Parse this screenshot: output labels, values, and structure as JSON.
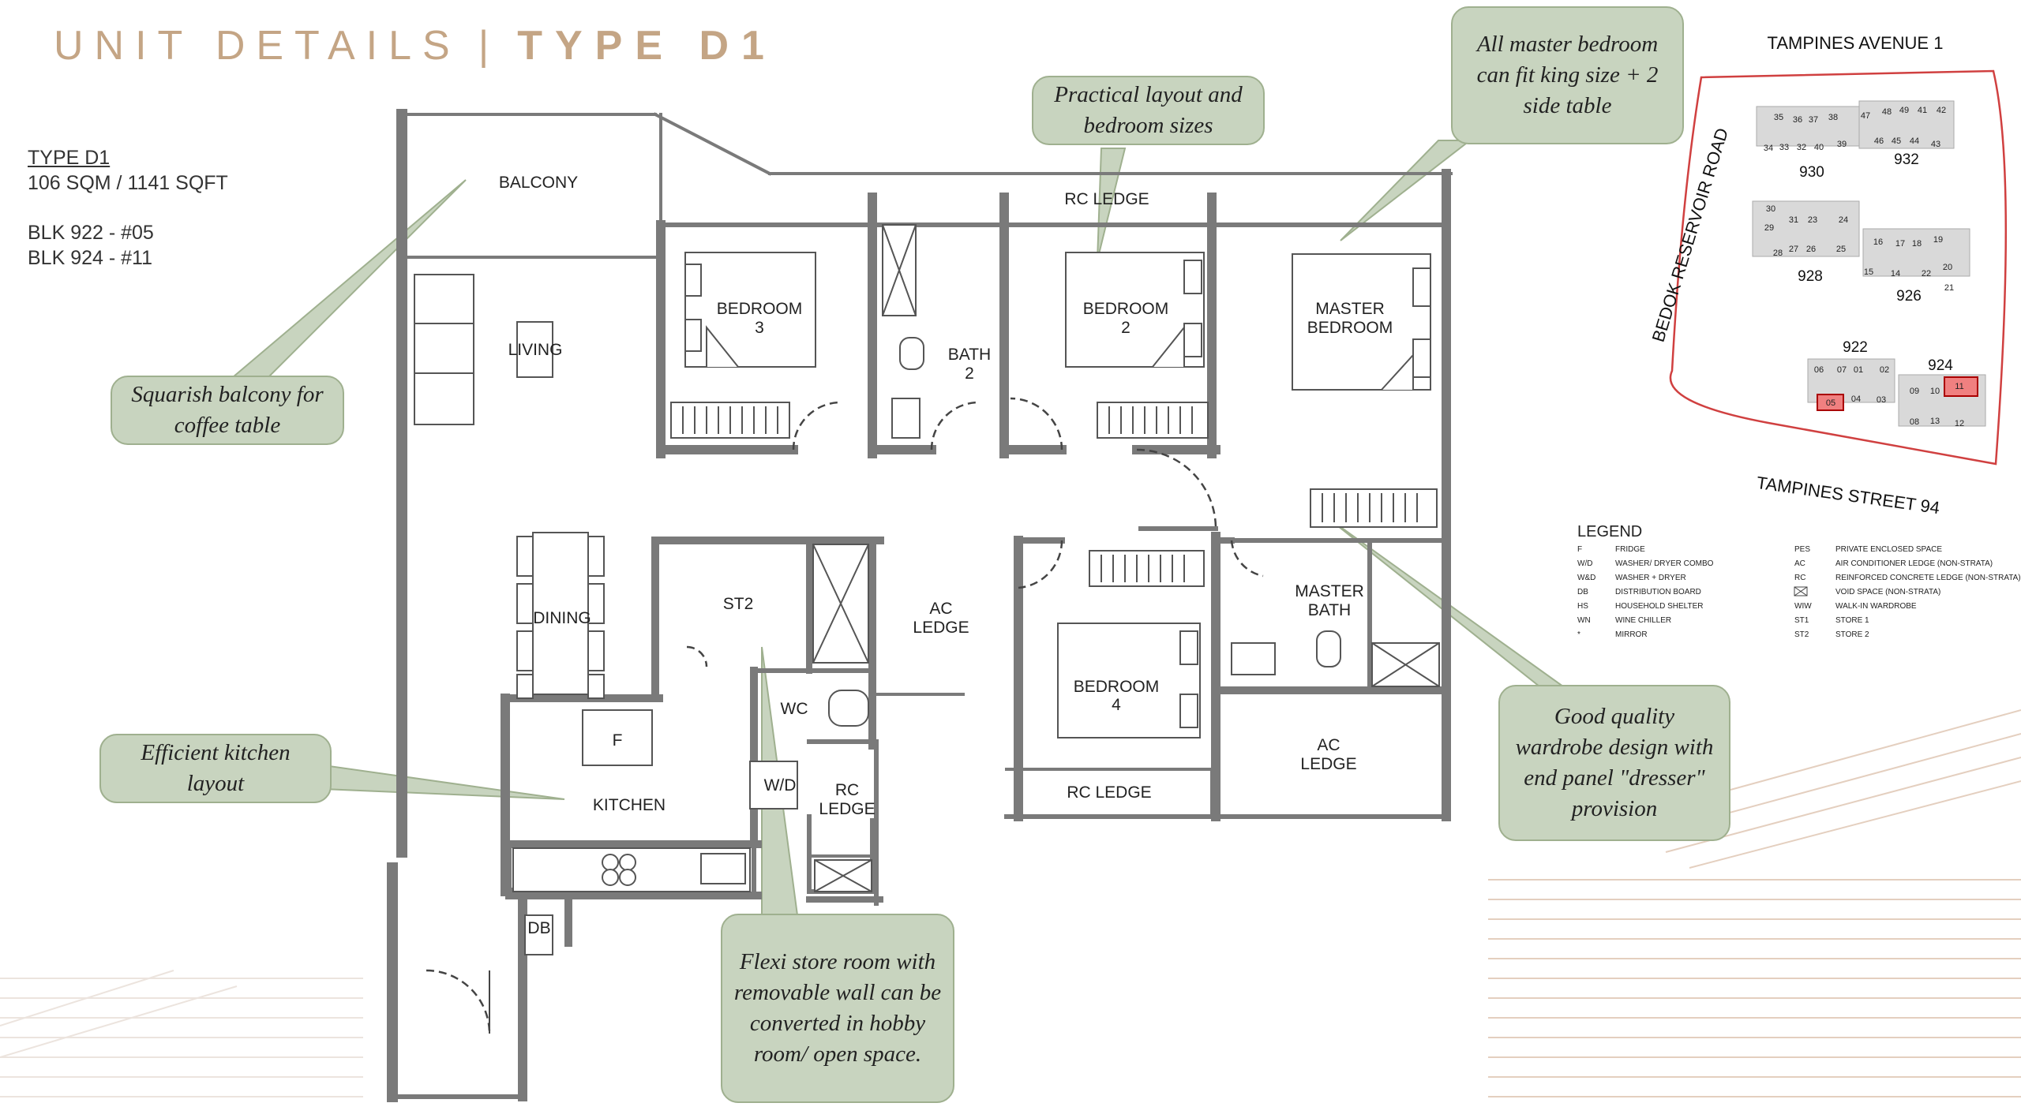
{
  "header": {
    "title_left": "UNIT DETAILS",
    "separator": "|",
    "title_right": "TYPE D1"
  },
  "unit_info": {
    "type": "TYPE D1",
    "area": "106 SQM / 1141 SQFT",
    "blk1": "BLK 922 - #05",
    "blk2": "BLK 924 - #11"
  },
  "rooms": {
    "balcony": "BALCONY",
    "living": "LIVING",
    "dining": "DINING",
    "kitchen": "KITCHEN",
    "fridge": "F",
    "st2": "ST2",
    "wc": "WC",
    "wd": "W/D",
    "db": "DB",
    "bedroom3_a": "BEDROOM",
    "bedroom3_b": "3",
    "bath2_a": "BATH",
    "bath2_b": "2",
    "bedroom2_a": "BEDROOM",
    "bedroom2_b": "2",
    "master_a": "MASTER",
    "master_b": "BEDROOM",
    "master_bath_a": "MASTER",
    "master_bath_b": "BATH",
    "bedroom4_a": "BEDROOM",
    "bedroom4_b": "4",
    "ac_ledge_a": "AC",
    "ac_ledge_b": "LEDGE",
    "rc_ledge_top": "RC LEDGE",
    "rc_ledge_bottom": "RC LEDGE",
    "rc_ledge_small_a": "RC",
    "rc_ledge_small_b": "LEDGE"
  },
  "site_plan": {
    "road_top": "TAMPINES AVENUE 1",
    "road_left": "BEDOK RESERVOIR ROAD",
    "road_bottom": "TAMPINES STREET 94",
    "blocks": [
      "930",
      "932",
      "928",
      "926",
      "922",
      "924"
    ],
    "units_930": [
      "35",
      "36",
      "37",
      "38",
      "34",
      "33",
      "32",
      "40",
      "39"
    ],
    "units_932": [
      "47",
      "48",
      "49",
      "41",
      "42",
      "46",
      "45",
      "44",
      "43"
    ],
    "units_928": [
      "30",
      "29",
      "31",
      "23",
      "24",
      "28",
      "27",
      "26",
      "25"
    ],
    "units_926": [
      "16",
      "17",
      "18",
      "19",
      "20",
      "15",
      "14",
      "22",
      "21"
    ],
    "units_922": [
      "06",
      "07",
      "01",
      "02",
      "05",
      "04",
      "03"
    ],
    "units_924": [
      "09",
      "10",
      "11",
      "08",
      "13",
      "12"
    ]
  },
  "legend": {
    "title": "LEGEND",
    "left": [
      {
        "code": "F",
        "desc": "FRIDGE"
      },
      {
        "code": "W/D",
        "desc": "WASHER/ DRYER COMBO"
      },
      {
        "code": "W&D",
        "desc": "WASHER + DRYER"
      },
      {
        "code": "DB",
        "desc": "DISTRIBUTION BOARD"
      },
      {
        "code": "HS",
        "desc": "HOUSEHOLD SHELTER"
      },
      {
        "code": "WN",
        "desc": "WINE CHILLER"
      },
      {
        "code": "*",
        "desc": "MIRROR"
      }
    ],
    "right": [
      {
        "code": "PES",
        "desc": "PRIVATE ENCLOSED SPACE"
      },
      {
        "code": "AC",
        "desc": "AIR CONDITIONER LEDGE (NON-STRATA)"
      },
      {
        "code": "RC",
        "desc": "REINFORCED CONCRETE LEDGE (NON-STRATA)"
      },
      {
        "code": "",
        "desc": "VOID SPACE (NON-STRATA)"
      },
      {
        "code": "WIW",
        "desc": "WALK-IN WARDROBE"
      },
      {
        "code": "ST1",
        "desc": "STORE 1"
      },
      {
        "code": "ST2",
        "desc": "STORE 2"
      }
    ]
  },
  "callouts": {
    "balcony": "Squarish balcony for coffee table",
    "bedrooms": "Practical layout and bedroom sizes",
    "master": "All master bedroom can fit king size + 2 side table",
    "kitchen": "Efficient kitchen layout",
    "store": "Flexi store room with removable wall can be converted in hobby room/ open space.",
    "wardrobe": "Good quality wardrobe design with end panel \"dresser\" provision"
  },
  "colors": {
    "title": "#c4a585",
    "callout_fill": "#c8d4bf",
    "wall": "#7a7a7a",
    "highlight": "#f08080",
    "site_boundary": "#d04040"
  }
}
